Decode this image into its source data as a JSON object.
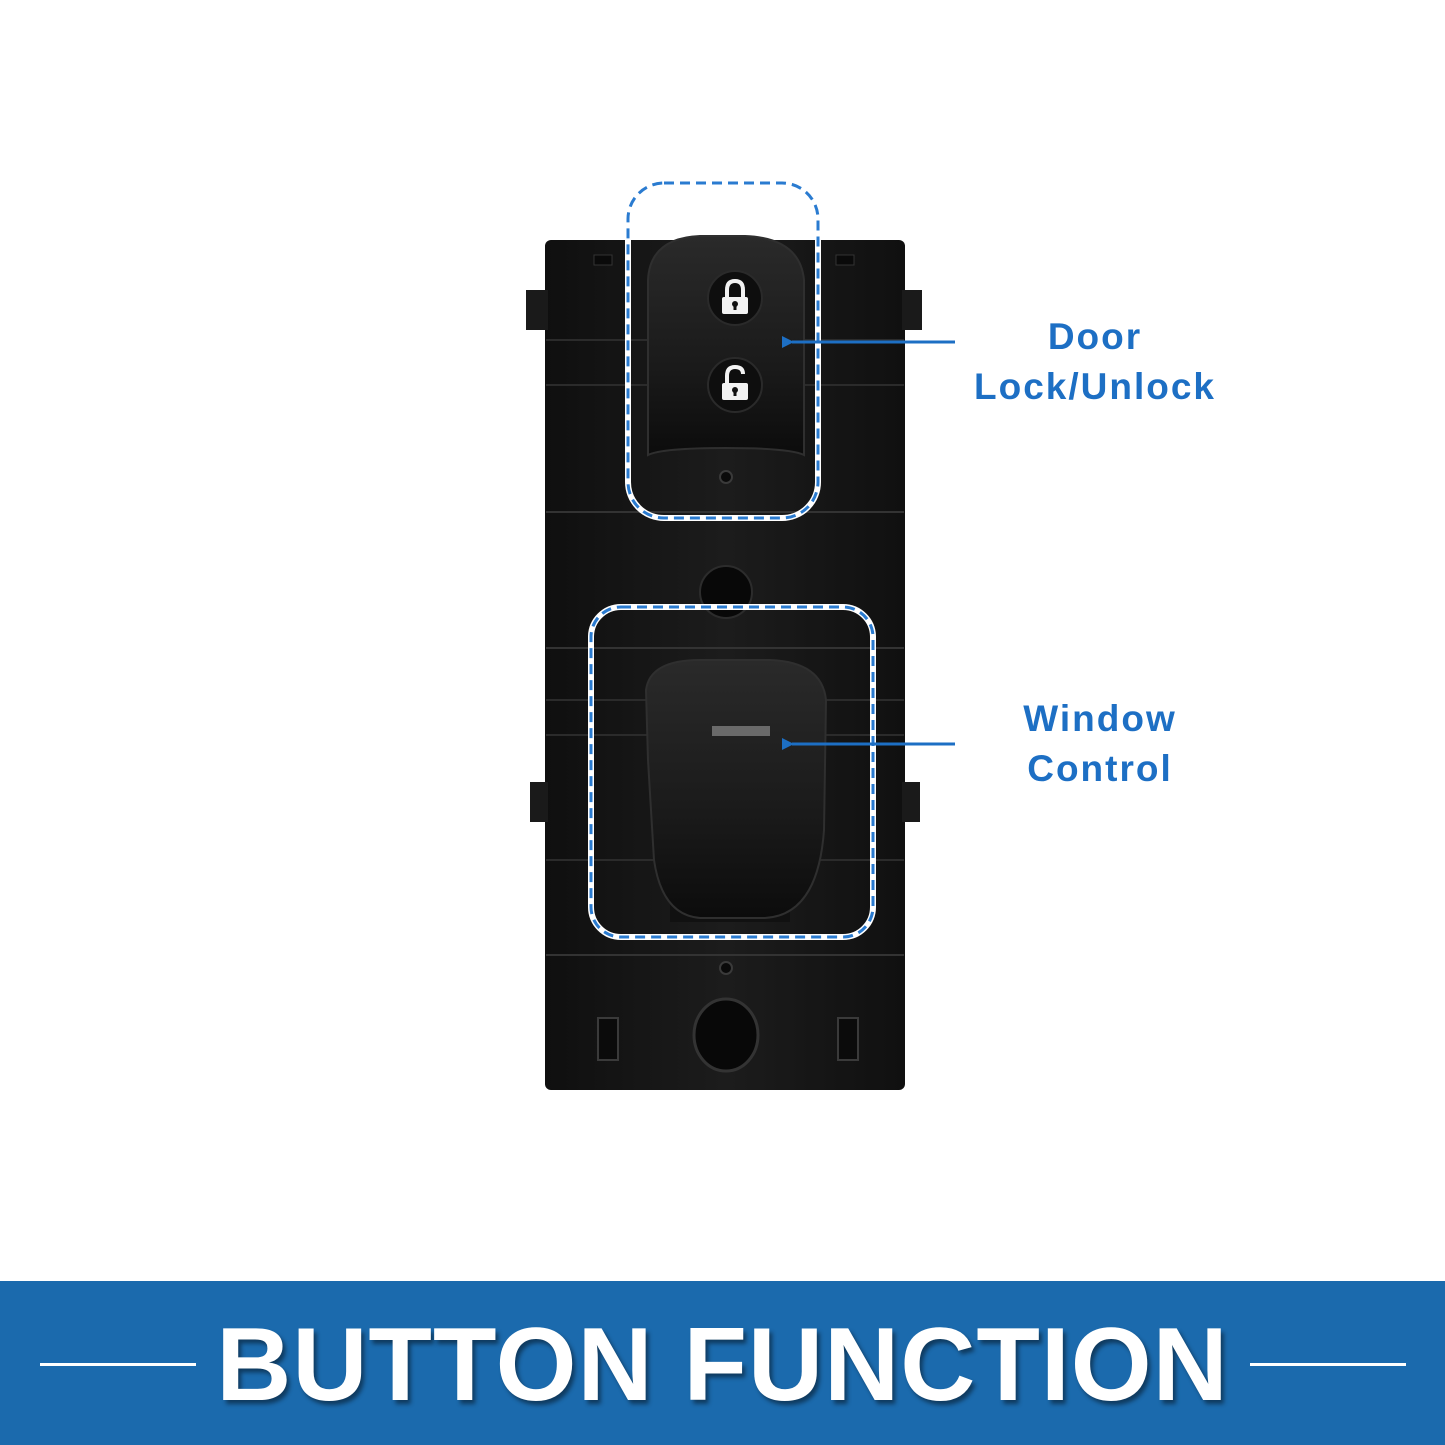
{
  "callouts": {
    "door": {
      "line1": "Door",
      "line2": "Lock/Unlock"
    },
    "window": {
      "line1": "Window",
      "line2": "Control"
    }
  },
  "banner": {
    "title": "BUTTON FUNCTION"
  },
  "colors": {
    "accent_blue": "#1d6fc4",
    "banner_blue": "#1b6aad",
    "switch_black": "#141414"
  },
  "icons": [
    "lock-closed-icon",
    "lock-open-icon",
    "arrow-left-icon"
  ]
}
